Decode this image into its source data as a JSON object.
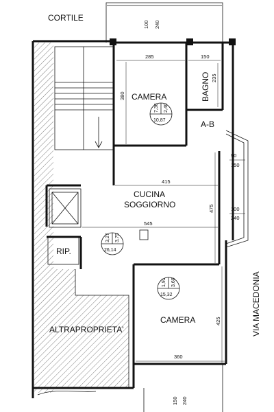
{
  "labels": {
    "courtyard": "CORTILE",
    "street": "VIA MACEDONIA",
    "other_property": "ALTRAPROPRIETA'",
    "room_top": "CAMERA",
    "room_bottom": "CAMERA",
    "bathroom": "BAGNO",
    "ab": "A-B",
    "kitchen_1": "CUCINA",
    "kitchen_2": "SOGGIORNO",
    "storage": "RIP."
  },
  "dimensions": {
    "top_balcony_a": "100",
    "top_balcony_b": "240",
    "camera_top_width": "285",
    "bagno_width": "150",
    "bagno_height": "235",
    "camera_top_height": "380",
    "bay_a": "90",
    "bay_b": "150",
    "kitchen_width": "415",
    "kitchen_height": "475",
    "right_window_a": "100",
    "right_window_b": "240",
    "living_width": "545",
    "camera_bottom_height": "425",
    "camera_bottom_width": "360",
    "bottom_balcony_a": "150",
    "bottom_balcony_b": "240"
  },
  "room_areas": {
    "camera_top": {
      "h": "2,40",
      "w": "7,36",
      "area": "10,87"
    },
    "living": {
      "h": "3,27",
      "w": "3,75",
      "area": "26,14"
    },
    "camera_bottom": {
      "h": "1,91",
      "w": "3,60",
      "area": "15,32"
    }
  }
}
